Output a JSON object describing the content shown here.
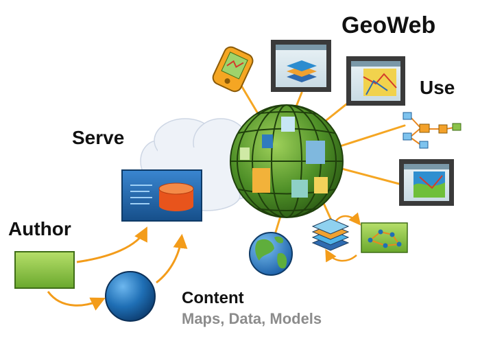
{
  "diagram": {
    "title": "GeoWeb",
    "labels": {
      "use": "Use",
      "serve": "Serve",
      "author": "Author",
      "content": "Content",
      "content_items": "Maps, Data, Models"
    },
    "colors": {
      "connector_line": "#f5a623",
      "arrow": "#f39c1a",
      "label_text": "#111111",
      "sublabel_text": "#8c8c8c",
      "server_panel": "#1f63a8",
      "database": "#e8541c",
      "author_box": "#8cc63f",
      "content_sphere": "#1f6fb5",
      "globe_green": "#5f9e2c",
      "monitor_frame": "#3a3a3a",
      "cloud": "#eef2f8"
    },
    "icons": {
      "globe": "globe-icon",
      "cloud": "cloud-icon",
      "server": "server-database-icon",
      "author_box": "author-document-icon",
      "content_sphere": "content-sphere-icon",
      "small_globe": "earth-icon",
      "gps": "gps-device-icon",
      "monitors": "monitor-map-icon",
      "workflow": "workflow-icon",
      "layers": "map-layers-icon",
      "network": "network-model-icon"
    }
  }
}
